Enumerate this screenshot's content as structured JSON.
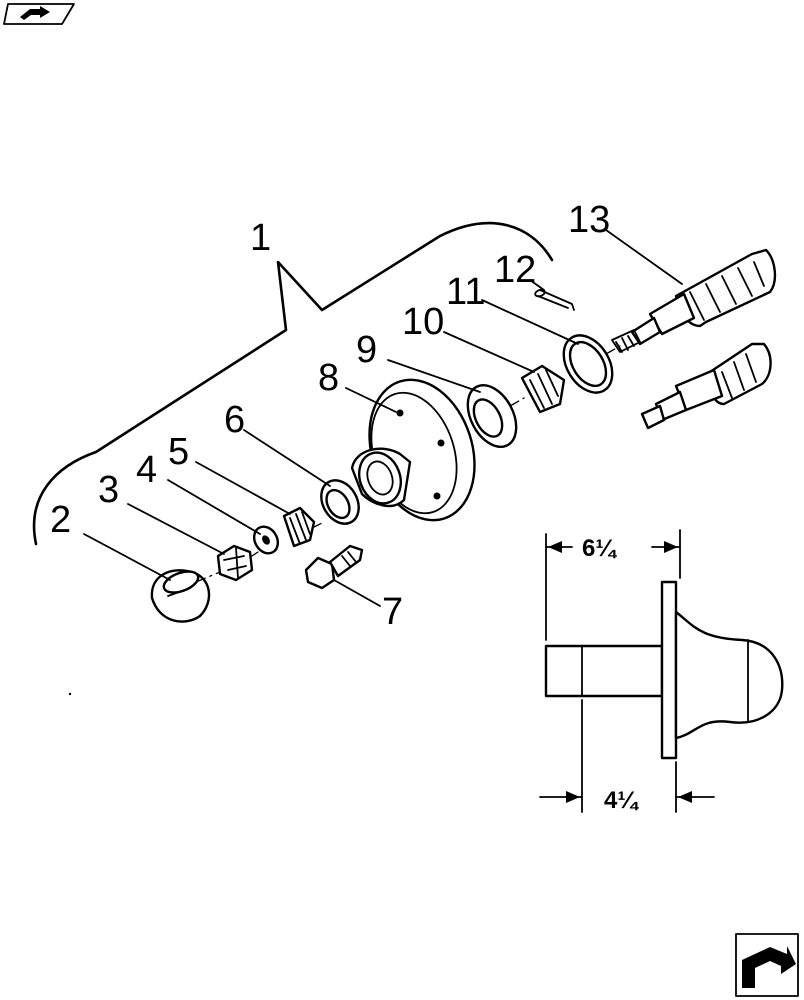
{
  "parts": [
    {
      "label": "1"
    },
    {
      "label": "2"
    },
    {
      "label": "3"
    },
    {
      "label": "4"
    },
    {
      "label": "5"
    },
    {
      "label": "6"
    },
    {
      "label": "7"
    },
    {
      "label": "8"
    },
    {
      "label": "9"
    },
    {
      "label": "10"
    },
    {
      "label": "11"
    },
    {
      "label": "12"
    },
    {
      "label": "13"
    }
  ],
  "dimensions": {
    "overall_length": "6¼",
    "flange_length": "4¼"
  },
  "icons": {
    "top_left": "nav-arrow-icon",
    "bottom_right": "nav-corner-arrow-icon"
  }
}
